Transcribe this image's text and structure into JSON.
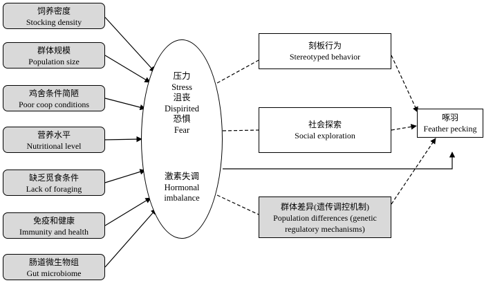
{
  "factors": [
    {
      "zh": "饲养密度",
      "en": "Stocking density"
    },
    {
      "zh": "群体规模",
      "en": "Population size"
    },
    {
      "zh": "鸡舍条件简陋",
      "en": "Poor coop conditions"
    },
    {
      "zh": "营养水平",
      "en": "Nutritional level"
    },
    {
      "zh": "缺乏觅食条件",
      "en": "Lack of foraging"
    },
    {
      "zh": "免疫和健康",
      "en": "Immunity and health"
    },
    {
      "zh": "肠道微生物组",
      "en": "Gut microbiome"
    }
  ],
  "center": {
    "stress_zh": "压力",
    "stress_en": "Stress",
    "dispirited_zh": "沮丧",
    "dispirited_en": "Dispirited",
    "fear_zh": "恐惧",
    "fear_en": "Fear",
    "hormonal_zh": "激素失调",
    "hormonal_en1": "Hormonal",
    "hormonal_en2": "imbalance"
  },
  "outcomes": [
    {
      "zh": "刻板行为",
      "en": "Stereotyped behavior"
    },
    {
      "zh": "社会探索",
      "en": "Social exploration"
    },
    {
      "zh": "群体差异(遗传调控机制)",
      "en1": "Population differences (genetic",
      "en2": "regulatory mechanisms)"
    }
  ],
  "final": {
    "zh": "啄羽",
    "en": "Feather pecking"
  },
  "colors": {
    "box_fill": "#d9d9d9",
    "line": "#000000"
  }
}
